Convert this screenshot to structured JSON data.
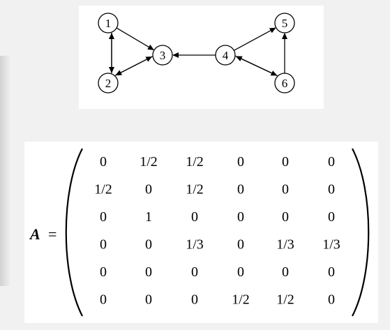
{
  "graph": {
    "nodes": [
      {
        "id": 1,
        "label": "1"
      },
      {
        "id": 2,
        "label": "2"
      },
      {
        "id": 3,
        "label": "3"
      },
      {
        "id": 4,
        "label": "4"
      },
      {
        "id": 5,
        "label": "5"
      },
      {
        "id": 6,
        "label": "6"
      }
    ],
    "edges": [
      {
        "from": 1,
        "to": 2
      },
      {
        "from": 2,
        "to": 1
      },
      {
        "from": 1,
        "to": 3
      },
      {
        "from": 2,
        "to": 3
      },
      {
        "from": 3,
        "to": 2
      },
      {
        "from": 4,
        "to": 3
      },
      {
        "from": 4,
        "to": 5
      },
      {
        "from": 4,
        "to": 6
      },
      {
        "from": 6,
        "to": 4
      },
      {
        "from": 6,
        "to": 5
      }
    ]
  },
  "matrix": {
    "lhs": "A",
    "equals": "=",
    "rows": [
      [
        "0",
        "1/2",
        "1/2",
        "0",
        "0",
        "0"
      ],
      [
        "1/2",
        "0",
        "1/2",
        "0",
        "0",
        "0"
      ],
      [
        "0",
        "1",
        "0",
        "0",
        "0",
        "0"
      ],
      [
        "0",
        "0",
        "1/3",
        "0",
        "1/3",
        "1/3"
      ],
      [
        "0",
        "0",
        "0",
        "0",
        "0",
        "0"
      ],
      [
        "0",
        "0",
        "0",
        "1/2",
        "1/2",
        "0"
      ]
    ]
  }
}
